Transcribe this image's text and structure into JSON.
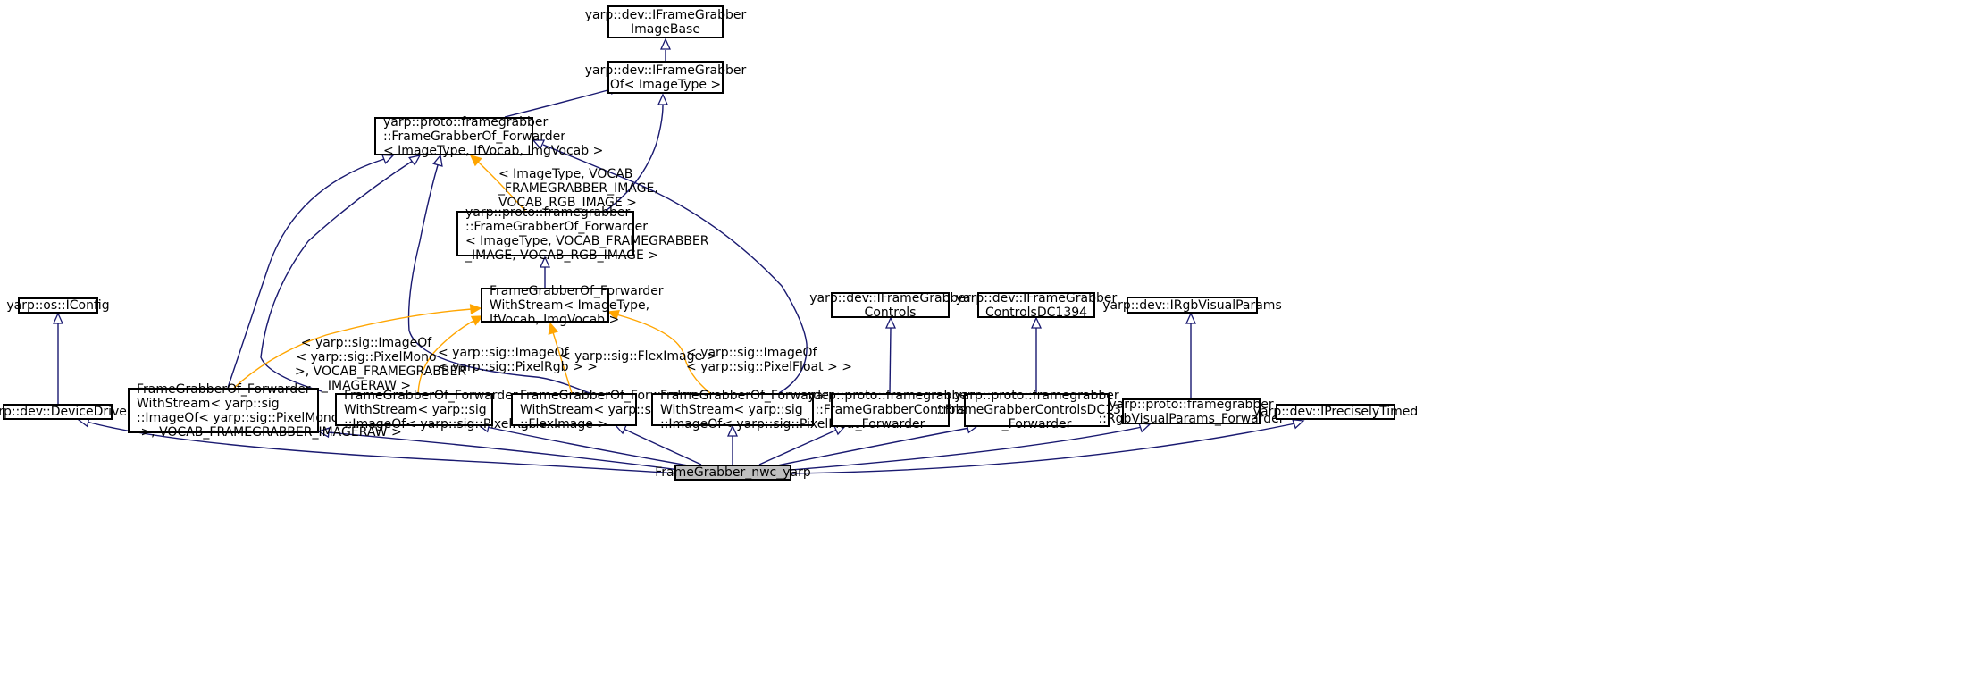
{
  "colors": {
    "inherit": "#191970",
    "template": "#ffa500",
    "border": "#000000",
    "focus_fill": "#bfbfbf"
  },
  "nodes": {
    "image_base": {
      "lines": [
        "yarp::dev::IFrameGrabber",
        "ImageBase"
      ]
    },
    "fg_of": {
      "lines": [
        "yarp::dev::IFrameGrabber",
        "Of< ImageType >"
      ]
    },
    "fwd": {
      "lines": [
        "yarp::proto::framegrabber",
        "::FrameGrabberOf_Forwarder",
        "< ImageType, IfVocab, ImgVocab >"
      ]
    },
    "fwd_spec": {
      "lines": [
        "yarp::proto::framegrabber",
        "::FrameGrabberOf_Forwarder",
        "< ImageType, VOCAB_FRAMEGRABBER",
        "_IMAGE, VOCAB_RGB_IMAGE >"
      ]
    },
    "fwd_ws": {
      "lines": [
        "FrameGrabberOf_Forwarder",
        "WithStream< ImageType,",
        "IfVocab, ImgVocab >"
      ]
    },
    "iconfig": {
      "lines": [
        "yarp::os::IConfig"
      ]
    },
    "device_driver": {
      "lines": [
        "yarp::dev::DeviceDriver"
      ]
    },
    "ws_mono": {
      "lines": [
        "FrameGrabberOf_Forwarder",
        "WithStream< yarp::sig",
        "::ImageOf< yarp::sig::PixelMono",
        " >, VOCAB_FRAMEGRABBER_IMAGERAW >"
      ]
    },
    "ws_rgb": {
      "lines": [
        "FrameGrabberOf_Forwarder",
        "WithStream< yarp::sig",
        "::ImageOf< yarp::sig::PixelRgb > >"
      ]
    },
    "ws_flex": {
      "lines": [
        "FrameGrabberOf_Forwarder",
        "WithStream< yarp::sig",
        "::FlexImage >"
      ]
    },
    "ws_float": {
      "lines": [
        "FrameGrabberOf_Forwarder",
        "WithStream< yarp::sig",
        "::ImageOf< yarp::sig::PixelFloat > >"
      ]
    },
    "ifg_controls": {
      "lines": [
        "yarp::dev::IFrameGrabber",
        "Controls"
      ]
    },
    "proto_controls": {
      "lines": [
        "yarp::proto::framegrabber",
        "::FrameGrabberControls",
        "_Forwarder"
      ]
    },
    "ifg_dc1394": {
      "lines": [
        "yarp::dev::IFrameGrabber",
        "ControlsDC1394"
      ]
    },
    "proto_dc1394": {
      "lines": [
        "yarp::proto::framegrabber",
        "::FrameGrabberControlsDC1394",
        "_Forwarder"
      ]
    },
    "irgb": {
      "lines": [
        "yarp::dev::IRgbVisualParams"
      ]
    },
    "proto_rgb": {
      "lines": [
        "yarp::proto::framegrabber",
        "::RgbVisualParams_Forwarder"
      ]
    },
    "iprecisely": {
      "lines": [
        "yarp::dev::IPreciselyTimed"
      ]
    },
    "focus": {
      "lines": [
        "FrameGrabber_nwc_yarp"
      ]
    }
  },
  "edge_labels": {
    "spec": {
      "lines": [
        "< ImageType, VOCAB",
        "_FRAMEGRABBER_IMAGE,",
        "VOCAB_RGB_IMAGE >"
      ]
    },
    "mono": {
      "lines": [
        "< yarp::sig::ImageOf",
        "< yarp::sig::PixelMono",
        ">, VOCAB_FRAMEGRABBER",
        "_IMAGERAW >"
      ]
    },
    "rgb": {
      "lines": [
        "< yarp::sig::ImageOf",
        "< yarp::sig::PixelRgb > >"
      ]
    },
    "flex": {
      "lines": [
        "< yarp::sig::FlexImage >"
      ]
    },
    "float": {
      "lines": [
        "< yarp::sig::ImageOf",
        "< yarp::sig::PixelFloat > >"
      ]
    }
  }
}
